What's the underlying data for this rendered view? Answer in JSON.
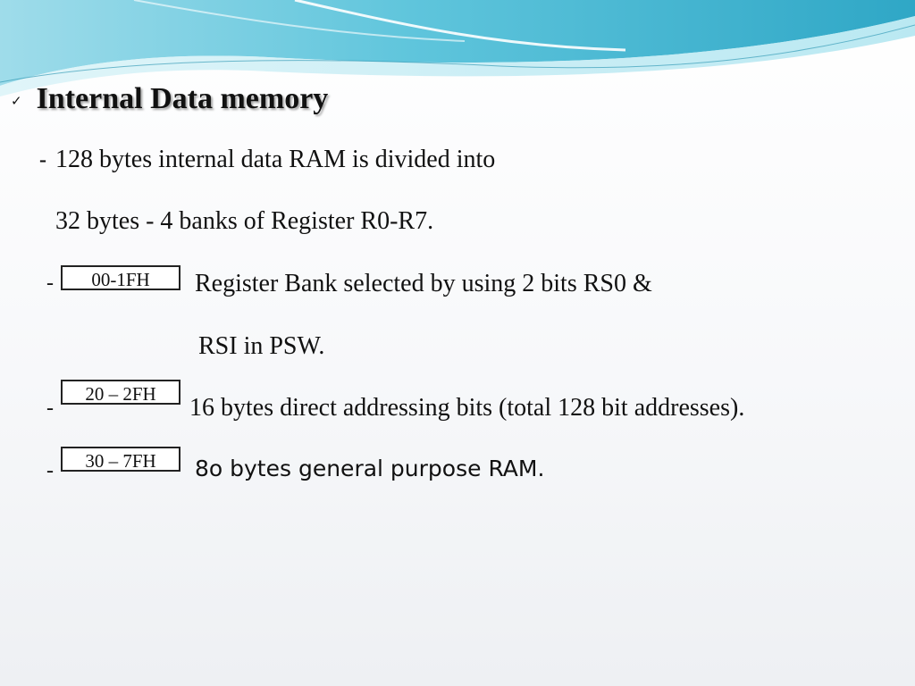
{
  "slide": {
    "title": "Internal Data memory",
    "check_icon": "checkmark-icon",
    "line1_dash": "-",
    "line1": "128 bytes  internal data RAM is divided into",
    "line2": "32 bytes - 4 banks of Register R0-R7.",
    "items": [
      {
        "dash": "-",
        "box": "00-1FH",
        "text": "Register Bank selected by using 2 bits RS0 &"
      },
      {
        "text": "RSI in PSW."
      },
      {
        "dash": "-",
        "box": "20 – 2FH",
        "text": "16 bytes direct addressing bits (total 128 bit addresses)."
      },
      {
        "dash": "-",
        "box": "30 – 7FH",
        "text": "8o bytes general purpose RAM."
      }
    ]
  },
  "colors": {
    "wave_light": "#bfe9f2",
    "wave_mid": "#7fd3e6",
    "wave_dark": "#3fb4cf"
  }
}
